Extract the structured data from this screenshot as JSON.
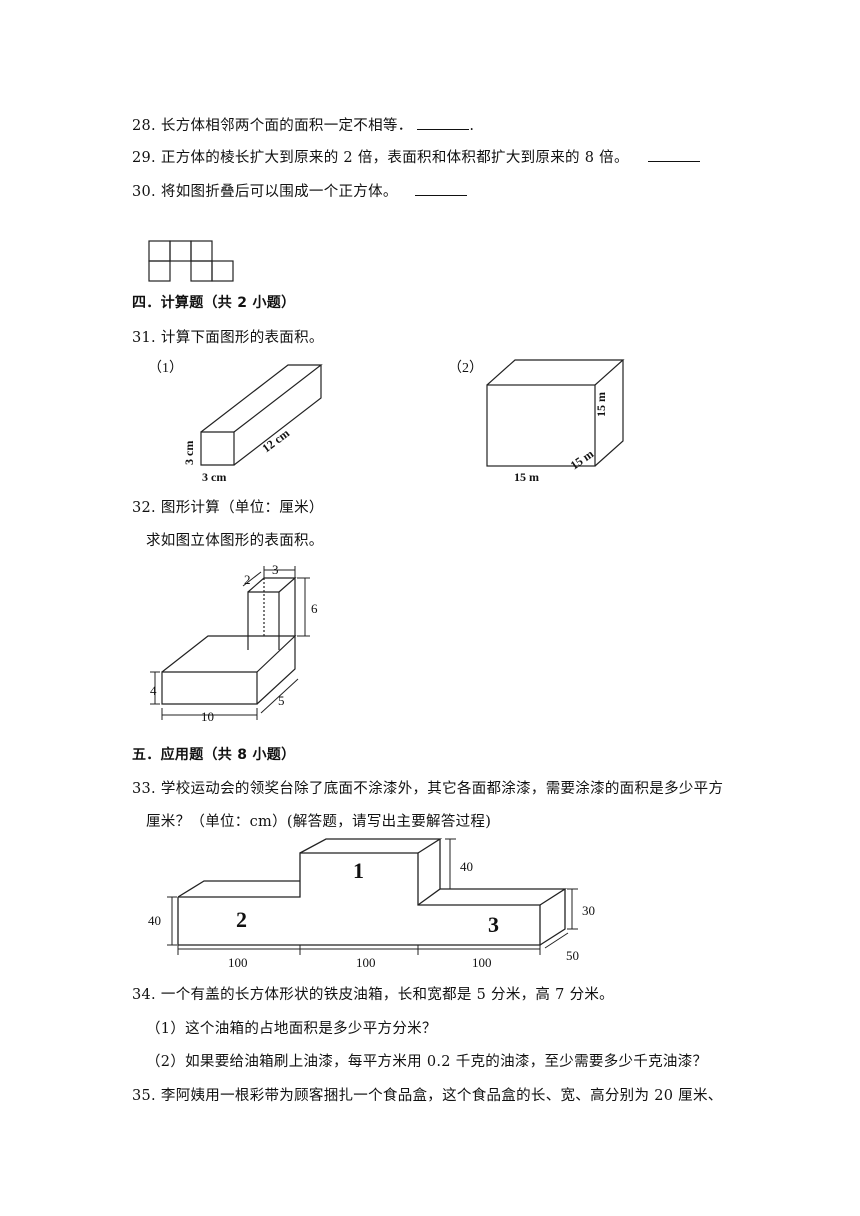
{
  "questions": {
    "q28": {
      "num": "28.",
      "text": "长方体相邻两个面的面积一定不相等．",
      "tail": "."
    },
    "q29": {
      "num": "29.",
      "text": "正方体的棱长扩大到原来的 2 倍，表面积和体积都扩大到原来的 8 倍。"
    },
    "q30": {
      "num": "30.",
      "text": "将如图折叠后可以围成一个正方体。"
    },
    "q31": {
      "num": "31.",
      "text": "计算下面图形的表面积。"
    },
    "q32": {
      "num": "32.",
      "text": "图形计算（单位：厘米）",
      "sub": "求如图立体图形的表面积。"
    },
    "q33": {
      "num": "33.",
      "text1": "学校运动会的领奖台除了底面不涂漆外，其它各面都涂漆，需要涂漆的面积是多少平方",
      "text2": "厘米？（单位：cm）(解答题，请写出主要解答过程)"
    },
    "q34": {
      "num": "34.",
      "text": "一个有盖的长方体形状的铁皮油箱，长和宽都是 5 分米，高 7 分米。",
      "sub1": "（1）这个油箱的占地面积是多少平方分米？",
      "sub2": "（2）如果要给油箱刷上油漆，每平方米用 0.2 千克的油漆，至少需要多少千克油漆？"
    },
    "q35": {
      "num": "35.",
      "text": "李阿姨用一根彩带为顾客捆扎一个食品盒，这个食品盒的长、宽、高分别为 20 厘米、"
    }
  },
  "sections": {
    "s4": "四．计算题（共 2 小题）",
    "s5": "五．应用题（共 8 小题）"
  },
  "fig31": {
    "a": {
      "label": "（1）",
      "h": "3 cm",
      "w": "3 cm",
      "l": "12 cm"
    },
    "b": {
      "label": "（2）",
      "w": "15 m",
      "h": "15 m",
      "d": "15 m"
    }
  },
  "fig32": {
    "top_w": "3",
    "top_d": "2",
    "top_h": "6",
    "base_h": "4",
    "base_w": "10",
    "base_d": "5"
  },
  "fig33": {
    "p1": "1",
    "p2": "2",
    "p3": "3",
    "h1": "40",
    "h2": "40",
    "h3": "30",
    "d": "50",
    "w1": "100",
    "w2": "100",
    "w3": "100"
  }
}
